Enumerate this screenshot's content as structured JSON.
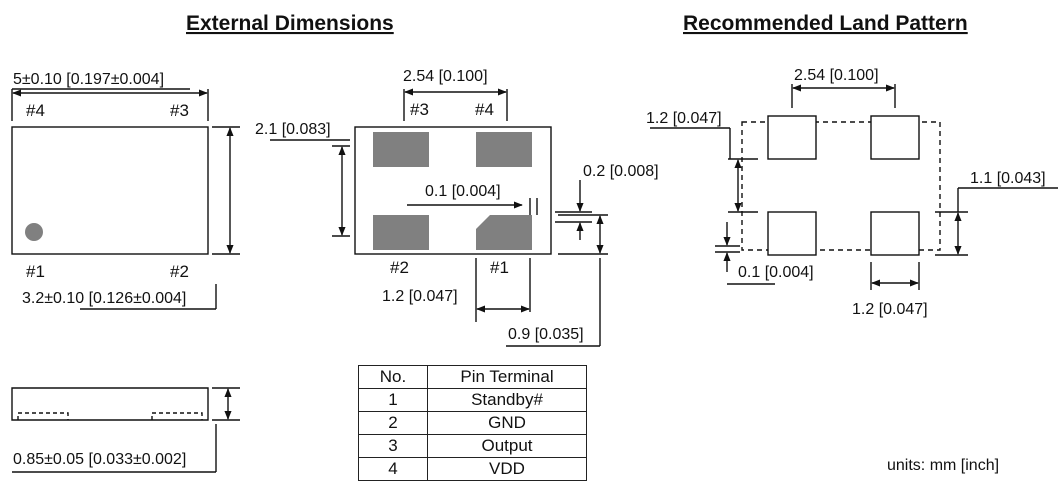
{
  "headings": {
    "external": "External Dimensions",
    "land": "Recommended Land Pattern"
  },
  "top_view": {
    "width_dim": "5±0.10 [0.197±0.004]",
    "height_dim": "3.2±0.10 [0.126±0.004]",
    "pins": [
      "#4",
      "#3",
      "#1",
      "#2"
    ]
  },
  "side_view": {
    "thickness_dim": "0.85±0.05 [0.033±0.002]"
  },
  "bottom_view": {
    "pitch_dim": "2.54 [0.100]",
    "pad_span_dim": "2.1 [0.083]",
    "gap_dim": "0.1 [0.004]",
    "chamfer_dim": "0.2 [0.008]",
    "pad_width_dim": "1.2 [0.047]",
    "edge_dim": "0.9 [0.035]",
    "pins": [
      "#3",
      "#4",
      "#2",
      "#1"
    ]
  },
  "land_pattern": {
    "pitch_dim": "2.54 [0.100]",
    "pad_height_dim": "1.2 [0.047]",
    "pad_len_dim": "1.1 [0.043]",
    "gap_dim": "0.1 [0.004]",
    "pad_width_dim": "1.2 [0.047]"
  },
  "pin_table": {
    "headers": [
      "No.",
      "Pin Terminal"
    ],
    "rows": [
      [
        "1",
        "Standby#"
      ],
      [
        "2",
        "GND"
      ],
      [
        "3",
        "Output"
      ],
      [
        "4",
        "VDD"
      ]
    ]
  },
  "units": "units:  mm [inch]",
  "colors": {
    "pad": "#808080",
    "line": "#111111"
  }
}
